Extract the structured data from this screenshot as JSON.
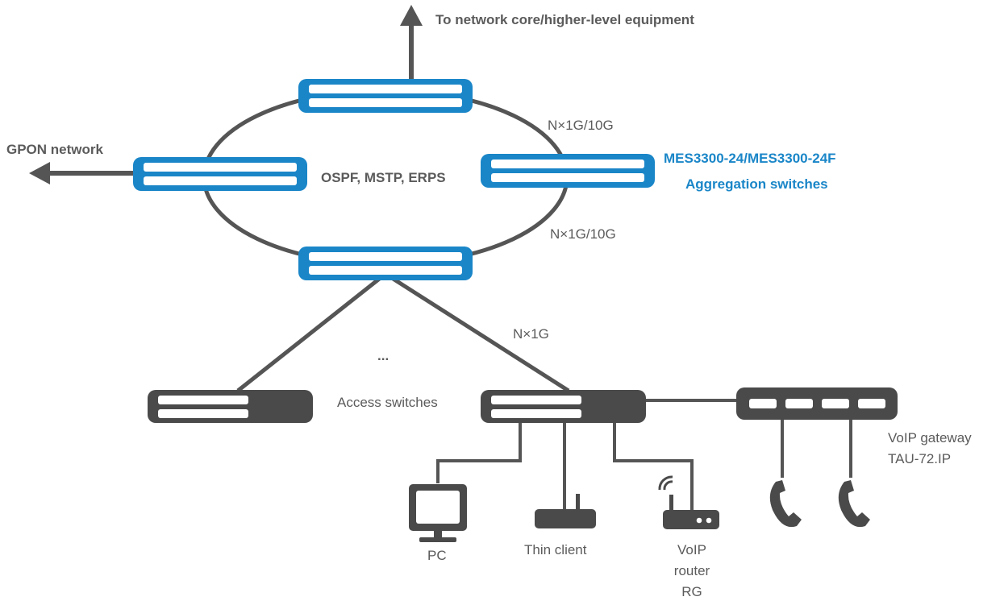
{
  "labels": {
    "core": "To network core/higher-level equipment",
    "gpon": "GPON network",
    "protocols": "OSPF, MSTP, ERPS",
    "agg_model": "MES3300-24/MES3300-24F",
    "agg_title": "Aggregation switches",
    "link_upper": "N×1G/10G",
    "link_lower": "N×1G/10G",
    "link_access": "N×1G",
    "ellipsis": "...",
    "access": "Access switches",
    "voip_gw_line1": "VoIP gateway",
    "voip_gw_line2": "TAU-72.IP",
    "pc": "PC",
    "thin_client": "Thin client",
    "router_line1": "VoIP",
    "router_line2": "router",
    "router_line3": "RG"
  },
  "colors": {
    "accent_blue": "#1a86c8",
    "dark_gray": "#4a4a4a",
    "line_gray": "#555555",
    "text_gray": "#5b5b5b"
  },
  "icons": [
    "switch-icon",
    "monitor-icon",
    "thin-client-icon",
    "router-icon",
    "phone-icon",
    "voip-gateway-icon"
  ]
}
